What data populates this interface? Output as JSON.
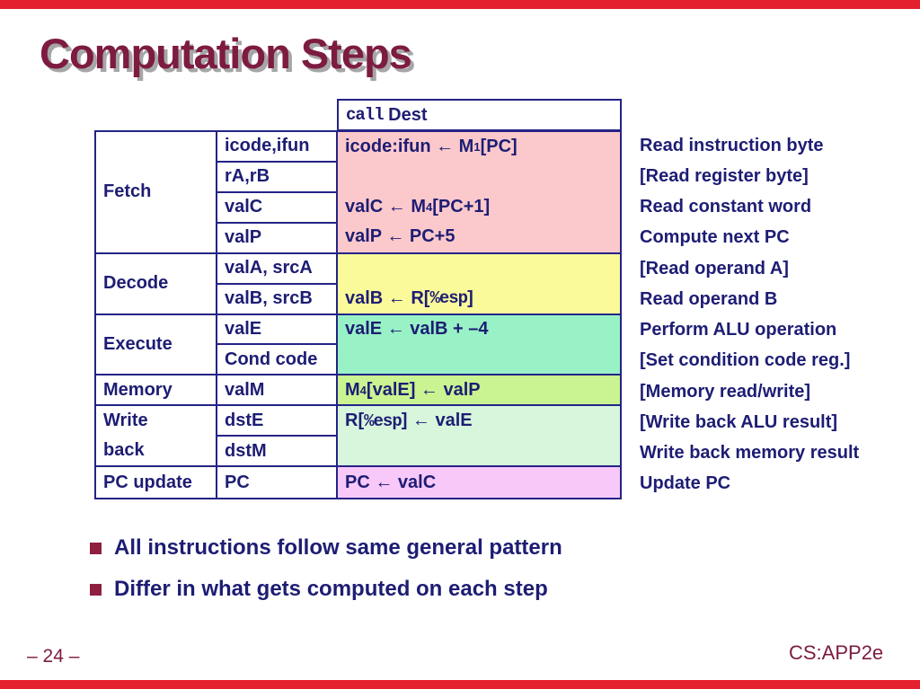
{
  "bars": {
    "color": "#e5202e"
  },
  "title": {
    "text": "Computation Steps",
    "color": "#7d1b41",
    "shadow_color": "#a6a6a6"
  },
  "colors": {
    "border_navy": "#242387",
    "text_navy": "#1d1d74",
    "maroon": "#7d1b41"
  },
  "table": {
    "header": {
      "segments": [
        {
          "t": "mono",
          "v": "call"
        },
        {
          "t": "text",
          "v": " Dest"
        }
      ]
    },
    "stages": [
      {
        "label": "Fetch"
      },
      {
        "label": "Decode"
      },
      {
        "label": "Execute"
      },
      {
        "label": "Memory"
      },
      {
        "label_line1": "Write",
        "label_line2": "back"
      },
      {
        "label": "PC update"
      }
    ],
    "registers": [
      "icode,ifun",
      "rA,rB",
      "valC",
      "valP",
      "valA, srcA",
      "valB, srcB",
      "valE",
      "Cond code",
      "valM",
      "dstE",
      "dstM",
      "PC"
    ],
    "blocks": {
      "fetch": {
        "color": "#fbc9cb",
        "lines": [
          [
            {
              "t": "text",
              "v": "icode:ifun ← M"
            },
            {
              "t": "sub",
              "v": "1"
            },
            {
              "t": "text",
              "v": "[PC]"
            }
          ],
          [],
          [
            {
              "t": "text",
              "v": "valC ← M"
            },
            {
              "t": "sub",
              "v": "4"
            },
            {
              "t": "text",
              "v": "[PC+1]"
            }
          ],
          [
            {
              "t": "text",
              "v": "valP ← PC+5"
            }
          ]
        ]
      },
      "decode": {
        "color": "#fbfa9b",
        "lines": [
          [],
          [
            {
              "t": "text",
              "v": "valB ← R["
            },
            {
              "t": "mono",
              "v": "%esp"
            },
            {
              "t": "text",
              "v": "]"
            }
          ]
        ]
      },
      "execute": {
        "color": "#98f2c6",
        "lines": [
          [
            {
              "t": "text",
              "v": "valE ← valB + –4"
            }
          ],
          []
        ]
      },
      "memory": {
        "color": "#c9f491",
        "lines": [
          [
            {
              "t": "text",
              "v": "M"
            },
            {
              "t": "sub",
              "v": "4"
            },
            {
              "t": "text",
              "v": "[valE] ← valP"
            }
          ]
        ]
      },
      "writeback": {
        "color": "#d7f6dc",
        "lines": [
          [
            {
              "t": "text",
              "v": "R["
            },
            {
              "t": "mono",
              "v": "%esp"
            },
            {
              "t": "text",
              "v": "] ← valE"
            }
          ],
          []
        ]
      },
      "pcupdate": {
        "color": "#f8c8f9",
        "lines": [
          [
            {
              "t": "text",
              "v": "PC ← valC"
            }
          ]
        ]
      }
    }
  },
  "annotations": [
    "Read instruction byte",
    "[Read register byte]",
    "Read constant word",
    "Compute next PC",
    "[Read operand A]",
    "Read operand B",
    "Perform ALU operation",
    "[Set condition code reg.]",
    "[Memory read/write]",
    "[Write back ALU result]",
    "Write back memory result",
    "Update PC"
  ],
  "bullets": [
    "All instructions follow same general pattern",
    "Differ in what gets computed on each step"
  ],
  "footer": {
    "page": "– 24 –",
    "course": "CS:APP2e"
  }
}
